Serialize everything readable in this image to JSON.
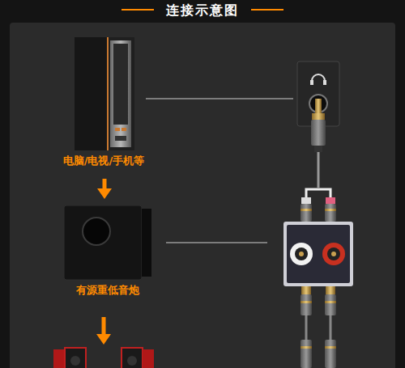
{
  "diagram": {
    "title": "连接示意图",
    "nodes": [
      {
        "text": [
          "电脑/电视/手机等"
        ]
      },
      {
        "text": [
          "有源重低音炮"
        ]
      }
    ],
    "edges": [
      {
        "from": 0,
        "to": 1,
        "arrow": "to"
      }
    ]
  }
}
